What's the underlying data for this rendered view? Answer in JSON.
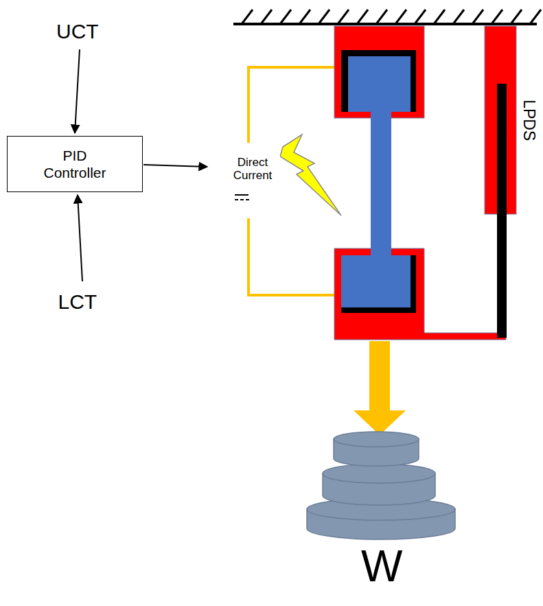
{
  "diagram": {
    "nodes": [
      {
        "text": [
          "PID Controller"
        ]
      }
    ],
    "labels": [
      "UCT",
      "LCT",
      "Direct Current",
      "LPDS",
      "W"
    ]
  }
}
